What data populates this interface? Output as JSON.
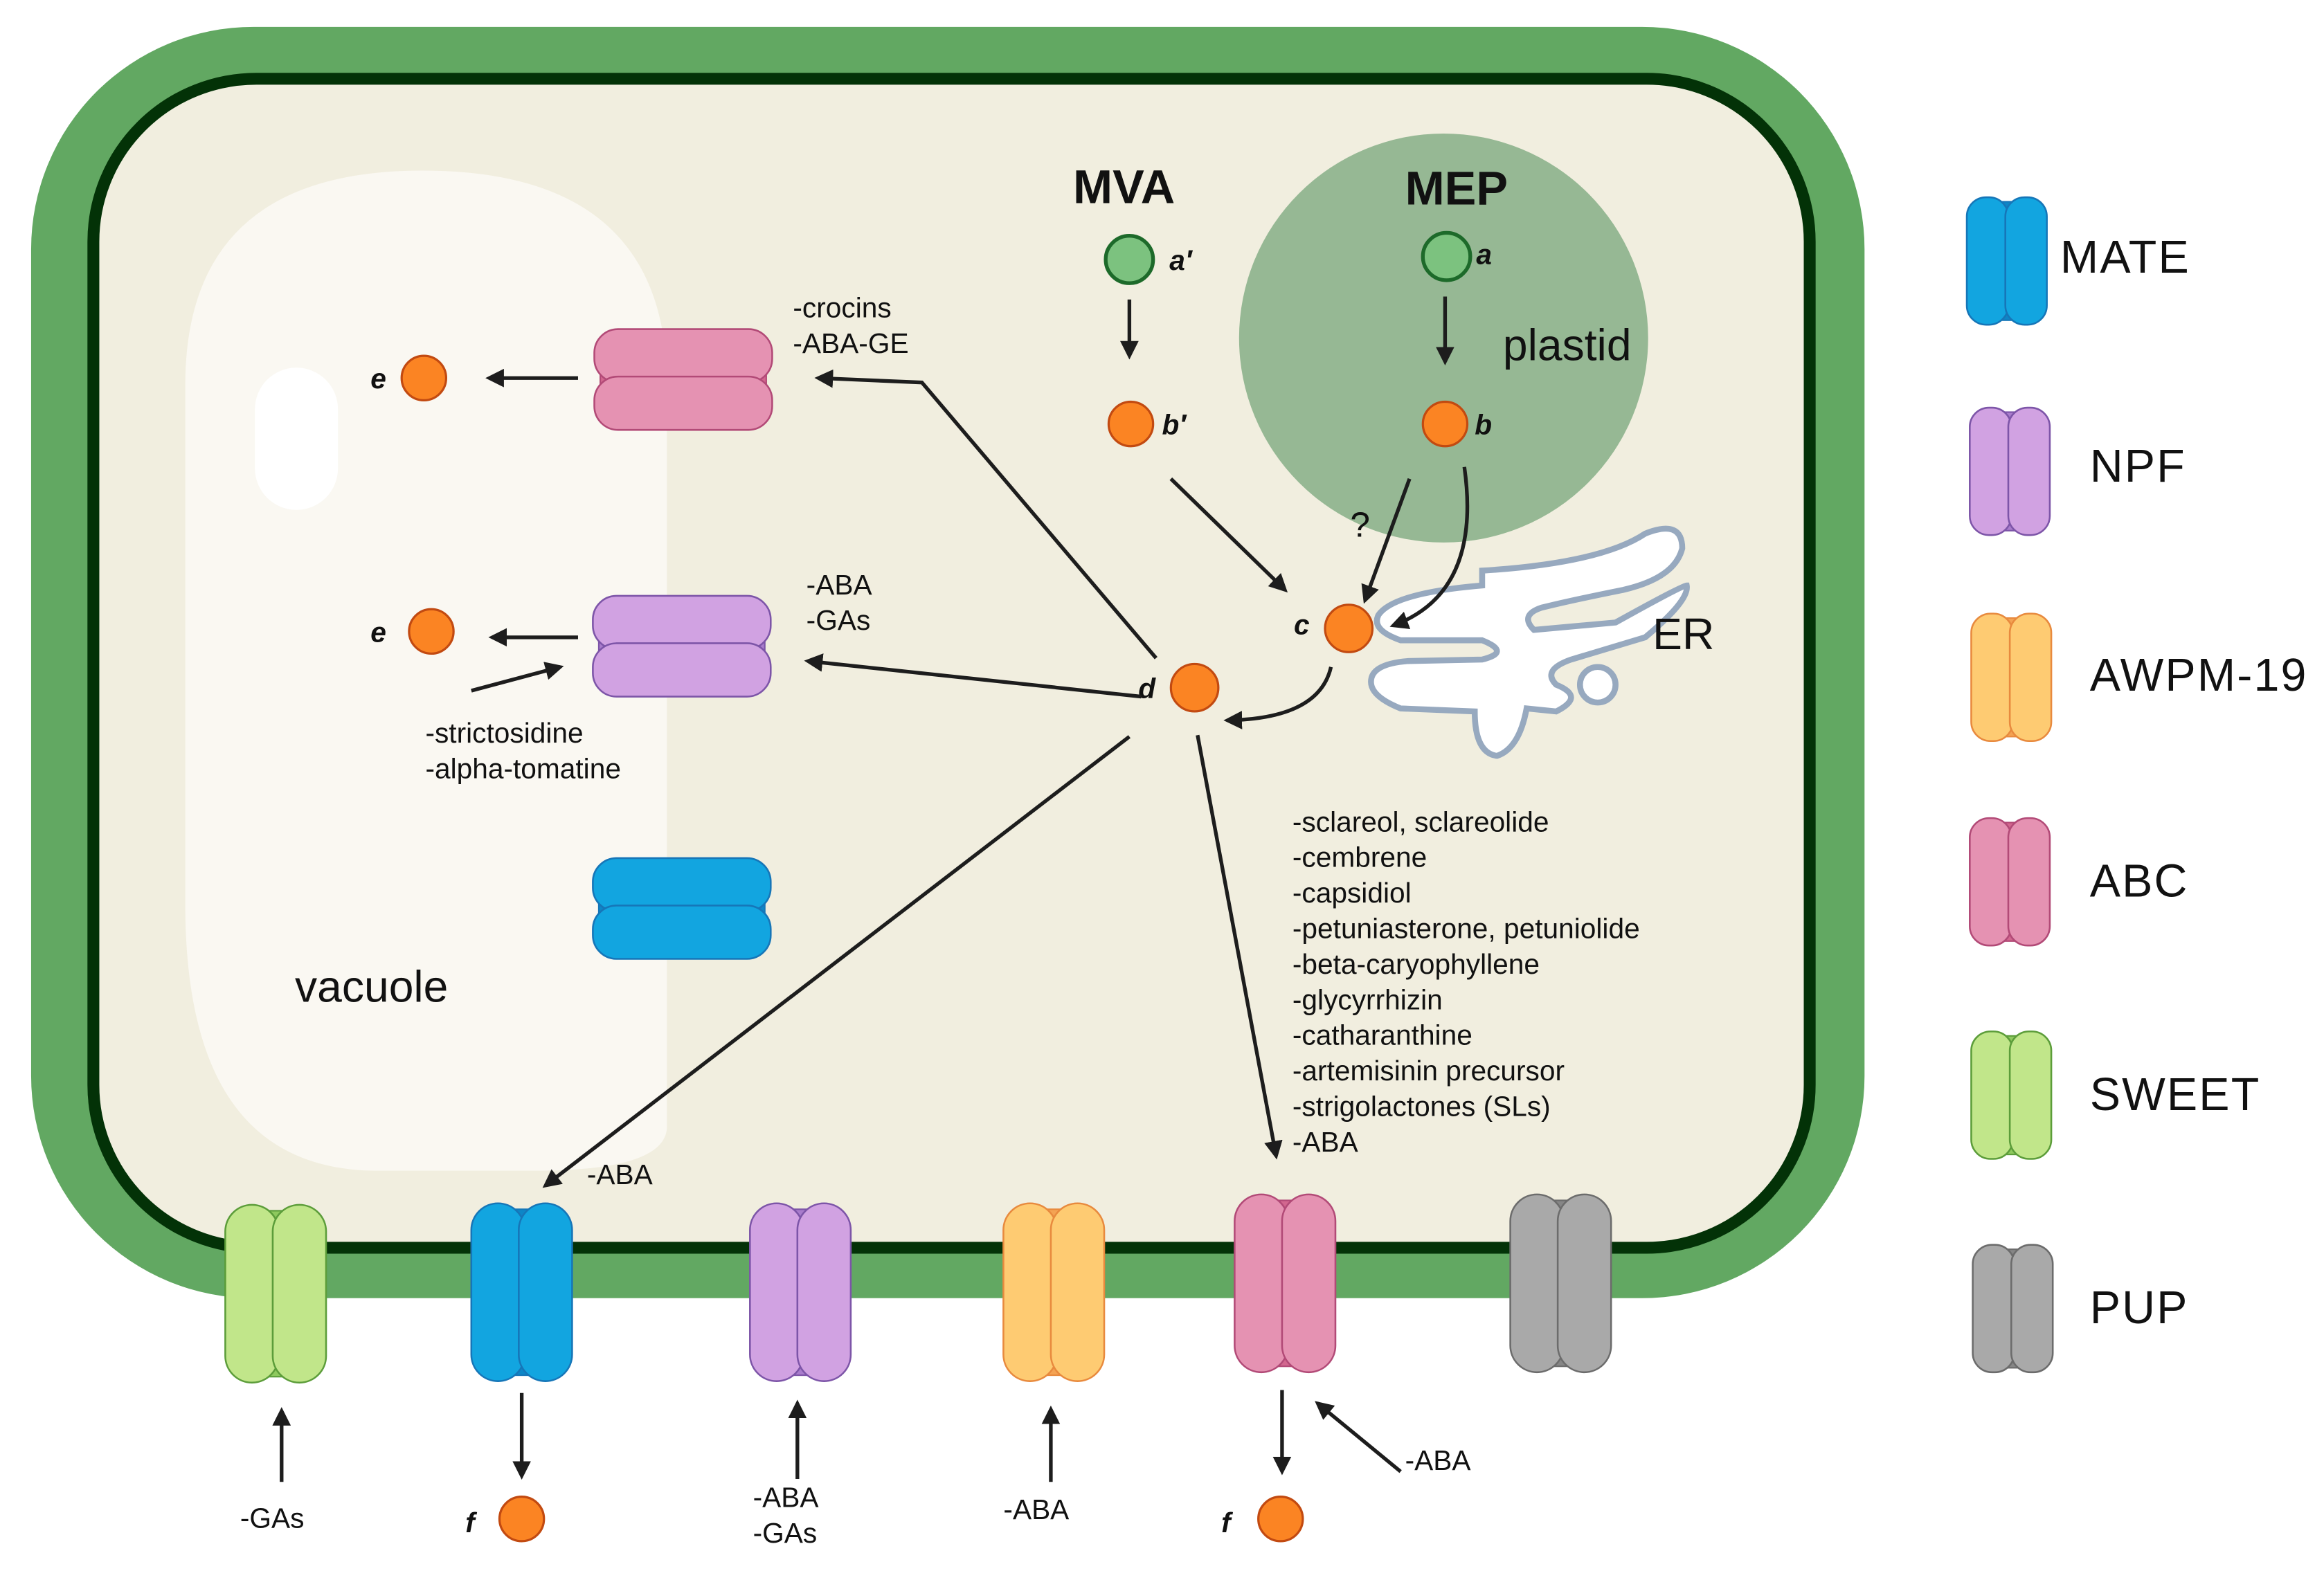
{
  "figure": {
    "compartments": {
      "vacuole": "vacuole",
      "plastid": "plastid",
      "er": "ER"
    },
    "pathways": {
      "mva": "MVA",
      "mep": "MEP"
    },
    "metabolites": {
      "a_prime": "a′",
      "a": "a",
      "b_prime": "b′",
      "b": "b",
      "c": "c",
      "d": "d",
      "e1": "e",
      "e2": "e",
      "f1": "f",
      "f2": "f"
    },
    "uncertain_mark": "?",
    "substrates": {
      "tonoplast_abc": [
        "-crocins",
        "-ABA-GE"
      ],
      "tonoplast_npf": [
        "-ABA",
        "-GAs"
      ],
      "tonoplast_npf_import": [
        "-strictosidine",
        "-alpha-tomatine"
      ],
      "plasma_mate": "-ABA",
      "plasma_abc_export": [
        "-sclareol, sclareolide",
        "-cembrene",
        "-capsidiol",
        "-petuniasterone, petuniolide",
        "-beta-caryophyllene",
        "-glycyrrhizin",
        "-catharanthine",
        "-artemisinin precursor",
        "-strigolactones (SLs)",
        "-ABA"
      ],
      "sweet_import": "-GAs",
      "npf_import": [
        "-ABA",
        "-GAs"
      ],
      "awpm_import": "-ABA",
      "abc_import": "-ABA"
    },
    "legend": [
      {
        "label": "MATE",
        "fill": "#12a5e0",
        "stroke": "#1676b8",
        "core": "#0d86c7"
      },
      {
        "label": "NPF",
        "fill": "#d1a2e2",
        "stroke": "#7d55a8",
        "core": "#a97ccc"
      },
      {
        "label": "AWPM-19",
        "fill": "#fecb72",
        "stroke": "#e88a3e",
        "core": "#f4a353"
      },
      {
        "label": "ABC",
        "fill": "#e592b2",
        "stroke": "#b24a77",
        "core": "#d2678f"
      },
      {
        "label": "SWEET",
        "fill": "#c1e68a",
        "stroke": "#5c9d3a",
        "core": "#8ec95e"
      },
      {
        "label": "PUP",
        "fill": "#a9a9a9",
        "stroke": "#6c6c6c",
        "core": "#868686"
      }
    ],
    "colors": {
      "cell_wall": "#62a862",
      "membrane": "#033207",
      "cytoplasm": "#f1eedf",
      "vacuole": "#faf8f2",
      "plastid": "#96b894",
      "metabolite_orange": "#fb8423",
      "metabolite_green": "#7cc27f"
    }
  }
}
